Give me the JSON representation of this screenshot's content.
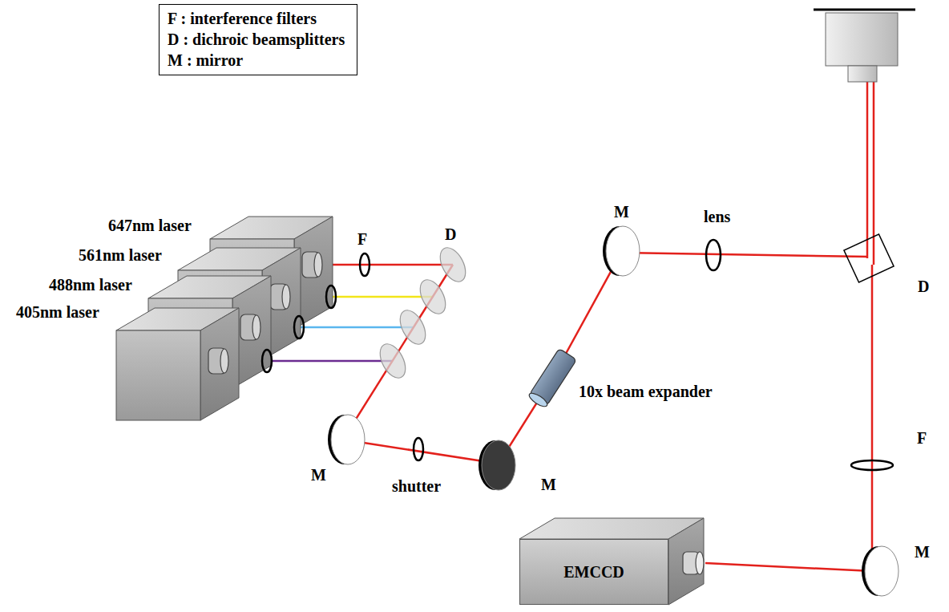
{
  "diagram": {
    "nodes": [
      {
        "text": [
          "F : interference filters",
          "D : dichroic beamsplitters",
          "M : mirror"
        ]
      },
      {
        "text": [
          "EMCCD"
        ]
      }
    ],
    "labels": [
      "647nm laser",
      "561nm laser",
      "488nm laser",
      "405nm laser",
      "F",
      "D",
      "M",
      "shutter",
      "M",
      "10x beam expander",
      "M",
      "lens",
      "D",
      "F",
      "M"
    ]
  }
}
